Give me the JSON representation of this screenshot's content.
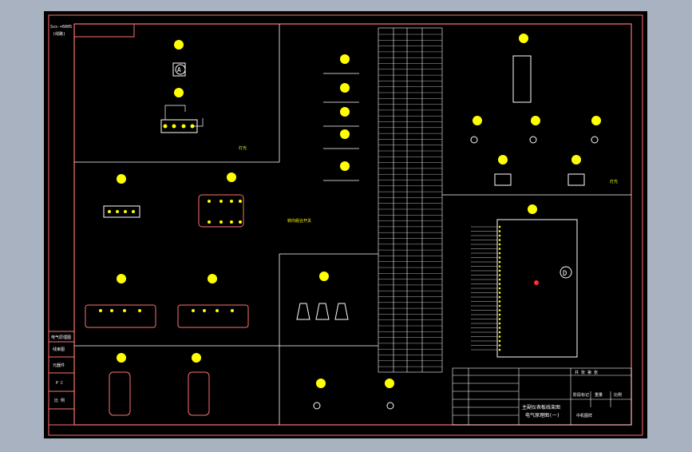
{
  "viewer": {
    "background": "#a9b2c0",
    "canvas": "#000000"
  },
  "colors": {
    "frame": "#ff7070",
    "line": "#ffffff",
    "symbol": "#ffff00",
    "accent": "#ff3030",
    "table": "#ffffff"
  },
  "drawing": {
    "top_left_code": "Sxx-×6005",
    "top_left_code2": "(线路)",
    "section_label_top": "灯光",
    "section_label_mid": "转向组合开关",
    "section_label_right": "灯光",
    "circle_symbol": "A",
    "circle_symbol_d": "D",
    "left_margin_labels": [
      "电气原理图",
      "线束图",
      "元器件",
      "P C",
      "比 例"
    ],
    "title_block": {
      "title_line1": "主副仪表板线束图",
      "title_line2": "电气原理图(一)",
      "drawing_no": "中机图样",
      "stage_label": "阶段标记",
      "weight_label": "重量",
      "scale_label": "比例",
      "sheet_label": "共 张  第 张"
    }
  }
}
